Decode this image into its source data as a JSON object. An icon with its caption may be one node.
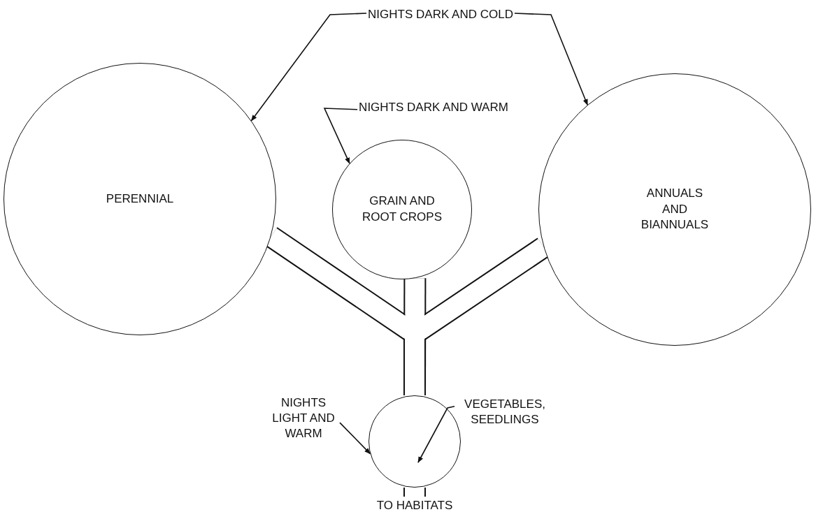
{
  "diagram": {
    "nodes": [
      {
        "text": [
          "NIGHTS DARK AND COLD"
        ]
      },
      {
        "text": [
          "PERENNIAL"
        ]
      },
      {
        "text": [
          "NIGHTS DARK AND WARM"
        ]
      },
      {
        "text": [
          "GRAIN AND ROOT CROPS"
        ]
      },
      {
        "text": [
          "ANNUALS AND BIANNUALS"
        ]
      },
      {
        "text": [
          "NIGHTS LIGHT AND WARM"
        ]
      },
      {
        "text": [],
        "shape": "circle"
      },
      {
        "text": [
          "VEGETABLES, SEEDLINGS"
        ]
      },
      {
        "text": [
          "TO HABITATS"
        ]
      }
    ],
    "edges": [
      {
        "from": 0,
        "to": 1,
        "arrow": "to"
      },
      {
        "from": 0,
        "to": 4,
        "arrow": "to"
      },
      {
        "from": 2,
        "to": 3,
        "arrow": "to"
      },
      {
        "from": 5,
        "to": 6,
        "arrow": "to"
      },
      {
        "from": 7,
        "to": 6,
        "arrow": "to"
      },
      {
        "from": 1,
        "to": 6,
        "arrow": "none",
        "style": "thick"
      },
      {
        "from": 3,
        "to": 6,
        "arrow": "none",
        "style": "thick"
      },
      {
        "from": 4,
        "to": 6,
        "arrow": "none",
        "style": "thick"
      },
      {
        "from": 6,
        "to": 8,
        "arrow": "none",
        "style": "thick"
      }
    ]
  }
}
